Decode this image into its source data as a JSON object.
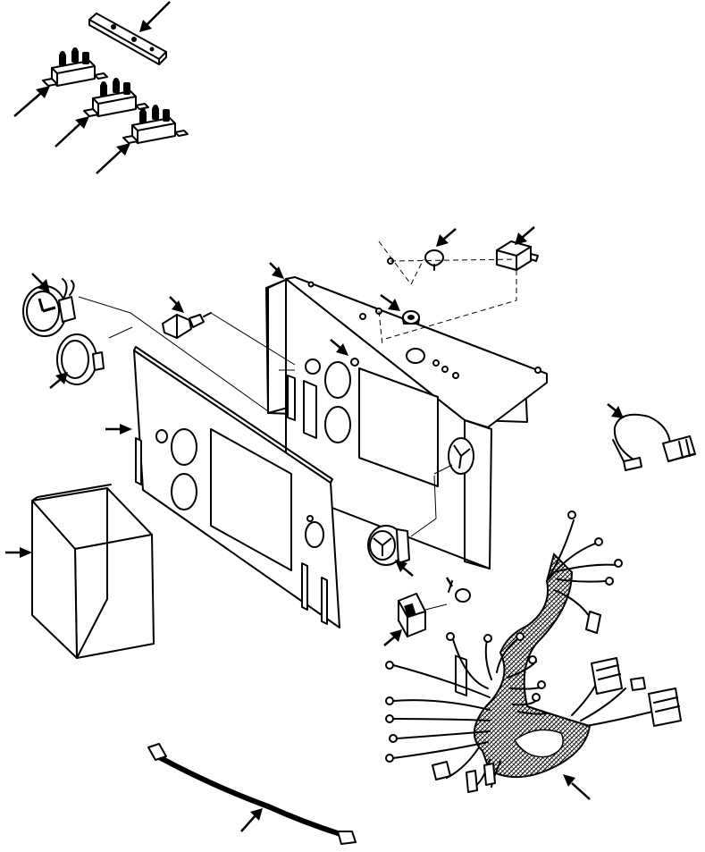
{
  "figure": {
    "type": "exploded-parts-diagram",
    "background": "#ffffff",
    "line_color": "#000000"
  },
  "parts": [
    {
      "id": "mounting-strip",
      "icon": "strip-bracket"
    },
    {
      "id": "circuit-breaker-1",
      "icon": "circuit-breaker"
    },
    {
      "id": "circuit-breaker-2",
      "icon": "circuit-breaker"
    },
    {
      "id": "circuit-breaker-3",
      "icon": "circuit-breaker"
    },
    {
      "id": "instrument-panel",
      "icon": "panel"
    },
    {
      "id": "panel-overlay",
      "icon": "overlay-plate"
    },
    {
      "id": "monitor-module",
      "icon": "display-box"
    },
    {
      "id": "gauge-with-leads",
      "icon": "gauge"
    },
    {
      "id": "gauge-bezel",
      "icon": "gauge"
    },
    {
      "id": "pressure-switch",
      "icon": "sensor"
    },
    {
      "id": "horn-switch",
      "icon": "push-button"
    },
    {
      "id": "relay-block",
      "icon": "relay"
    },
    {
      "id": "indicator-lamp",
      "icon": "lamp"
    },
    {
      "id": "front-gauge",
      "icon": "gauge"
    },
    {
      "id": "rocker-switch",
      "icon": "switch"
    },
    {
      "id": "jumper-harness",
      "icon": "wire-harness"
    },
    {
      "id": "main-harness",
      "icon": "wire-harness"
    },
    {
      "id": "ground-cable",
      "icon": "cable"
    }
  ]
}
